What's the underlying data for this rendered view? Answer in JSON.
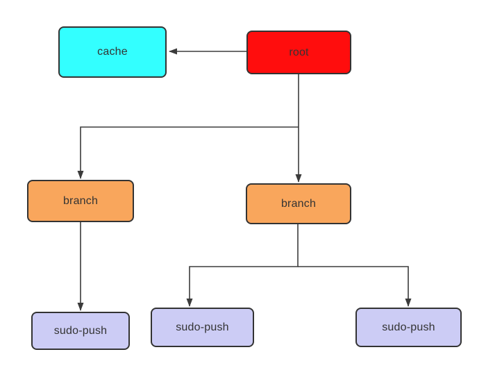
{
  "style": {
    "canvas_bg": "#ffffff",
    "border_color": "#333333",
    "line_color": "#3b3b3b",
    "text_color": "#333333"
  },
  "nodes": {
    "cache": {
      "label": "cache",
      "fill": "#33ffff"
    },
    "root": {
      "label": "root",
      "fill": "#ff0d0d"
    },
    "branch_left": {
      "label": "branch",
      "fill": "#f9a65c"
    },
    "branch_right": {
      "label": "branch",
      "fill": "#f9a65c"
    },
    "sudo_push_1": {
      "label": "sudo-push",
      "fill": "#ccccf5"
    },
    "sudo_push_2": {
      "label": "sudo-push",
      "fill": "#ccccf5"
    },
    "sudo_push_3": {
      "label": "sudo-push",
      "fill": "#ccccf5"
    }
  },
  "edges": [
    {
      "from": "root",
      "to": "cache"
    },
    {
      "from": "root",
      "to": "branch_left"
    },
    {
      "from": "root",
      "to": "branch_right"
    },
    {
      "from": "branch_left",
      "to": "sudo_push_1"
    },
    {
      "from": "branch_right",
      "to": "sudo_push_2"
    },
    {
      "from": "branch_right",
      "to": "sudo_push_3"
    }
  ]
}
